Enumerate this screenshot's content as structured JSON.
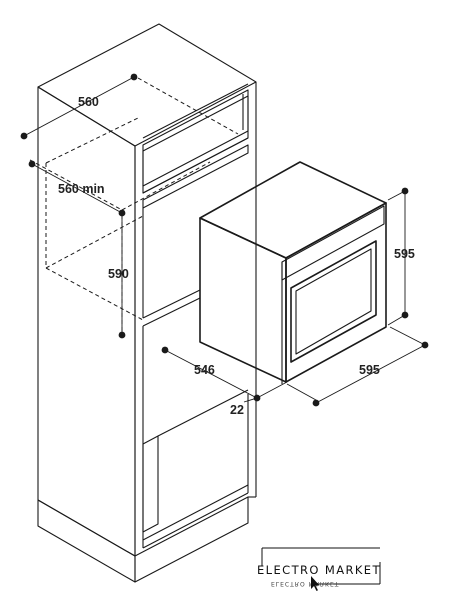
{
  "dimensions": {
    "cabinet_depth": "560",
    "niche_width": "560 min",
    "niche_height": "590",
    "oven_depth": "546",
    "oven_height": "595",
    "oven_width": "595",
    "door_offset": "22"
  },
  "logo": {
    "text": "ELECTRO MARKET",
    "mirror_text": "ELECTRO MARKET"
  }
}
